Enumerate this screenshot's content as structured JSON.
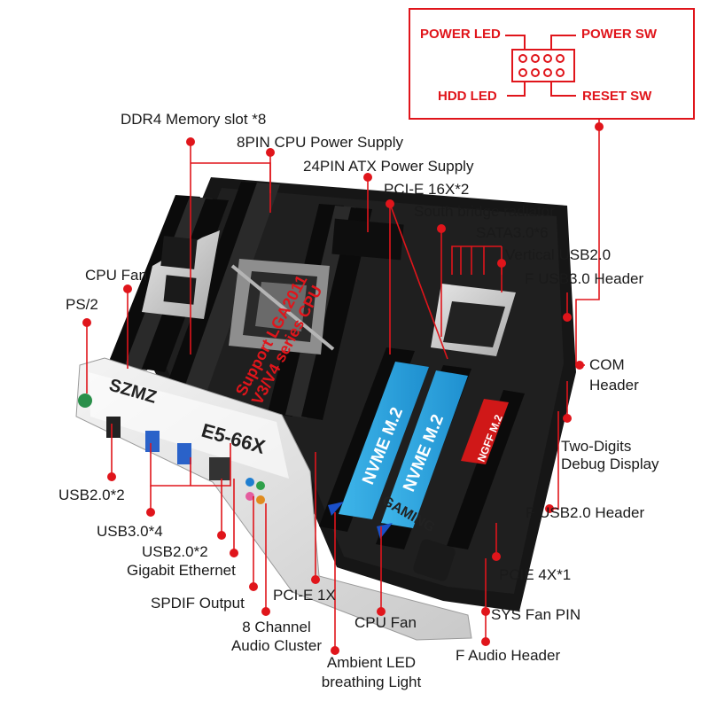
{
  "front_panel": {
    "power_led": "POWER LED",
    "power_sw": "POWER SW",
    "hdd_led": "HDD  LED",
    "reset_sw": "RESET SW"
  },
  "board_text": {
    "nvme_1": "NVME M.2",
    "nvme_2": "NVME M.2",
    "ngff": "NGFF M.2",
    "model": "E5-66X",
    "brand": "SZMZ",
    "support_1": "Support LGA2011",
    "support_2": "V3/V4 series CPU",
    "gaming": "GAMING"
  },
  "labels": {
    "ddr4": "DDR4 Memory slot *8",
    "cpu_power": "8PIN CPU Power Supply",
    "atx_power": "24PIN ATX Power Supply",
    "pcie16": "PCI-E 16X*2",
    "south_bridge": "South bridge radiator",
    "sata": "SATA3.0*6",
    "vusb": "Vertical USB2.0",
    "fusb3": "F USB3.0 Header",
    "cpu_fan_top": "CPU Fan",
    "ps2": "PS/2",
    "com_1": "COM",
    "com_2": "Header",
    "debug_1": "Two-Digits",
    "debug_2": "Debug Display",
    "fusb2": "F USB2.0 Header",
    "usb2_x2_a": "USB2.0*2",
    "usb3_x4": "USB3.0*4",
    "usb2_x2_b": "USB2.0*2",
    "gbe": "Gigabit Ethernet",
    "spdif": "SPDIF Output",
    "pcie1x": "PCI-E 1X",
    "audio8_1": "8 Channel",
    "audio8_2": "Audio Cluster",
    "cpu_fan_bottom": "CPU Fan",
    "ambient_1": "Ambient LED",
    "ambient_2": "breathing Light",
    "pcie4": "PCIE 4X*1",
    "sys_fan": "SYS Fan PIN",
    "f_audio": "F Audio Header"
  },
  "colors": {
    "callout_red": "#e0151b",
    "board_black": "#161616",
    "nvme_blue": "#2aa3dc",
    "ngff_red": "#d01818"
  }
}
